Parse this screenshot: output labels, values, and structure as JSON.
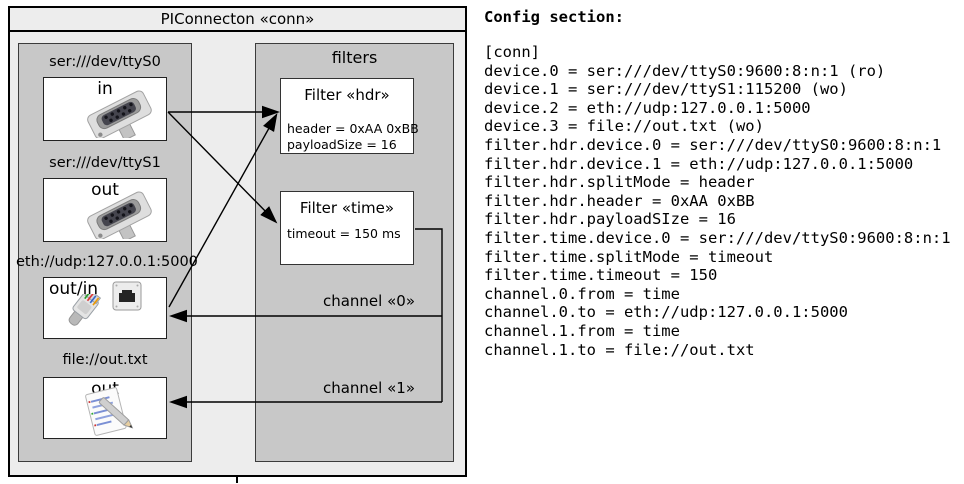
{
  "diagram": {
    "title": "PIConnecton «conn»",
    "filters_panel_label": "filters",
    "devices": [
      {
        "uri": "ser:///dev/ttyS0",
        "label": "in",
        "icon": "serial-connector-icon"
      },
      {
        "uri": "ser:///dev/ttyS1",
        "label": "out",
        "icon": "serial-connector-icon"
      },
      {
        "uri": "eth://udp:127.0.0.1:5000",
        "label": "out/in",
        "icon": "ethernet-plug-icon"
      },
      {
        "uri": "file://out.txt",
        "label": "out",
        "icon": "notepad-icon"
      }
    ],
    "filters": [
      {
        "title": "Filter «hdr»",
        "props": [
          "header = 0xAA 0xBB",
          "payloadSize = 16"
        ]
      },
      {
        "title": "Filter «time»",
        "props": [
          "timeout = 150 ms"
        ]
      }
    ],
    "channels": [
      {
        "label": "channel «0»"
      },
      {
        "label": "channel «1»"
      }
    ]
  },
  "config": {
    "heading": "Config section:",
    "lines": [
      "[conn]",
      "device.0 = ser:///dev/ttyS0:9600:8:n:1 (ro)",
      "device.1 = ser:///dev/ttyS1:115200 (wo)",
      "device.2 = eth://udp:127.0.0.1:5000",
      "device.3 = file://out.txt (wo)",
      "filter.hdr.device.0 = ser:///dev/ttyS0:9600:8:n:1",
      "filter.hdr.device.1 = eth://udp:127.0.0.1:5000",
      "filter.hdr.splitMode = header",
      "filter.hdr.header = 0xAA 0xBB",
      "filter.hdr.payloadSIze = 16",
      "filter.time.device.0 = ser:///dev/ttyS0:9600:8:n:1",
      "filter.time.splitMode = timeout",
      "filter.time.timeout = 150",
      "channel.0.from = time",
      "channel.0.to = eth://udp:127.0.0.1:5000",
      "channel.1.from = time",
      "channel.1.to = file://out.txt"
    ]
  },
  "colors": {
    "diagram_bg": "#ededed",
    "panel_bg": "#c8c8c8",
    "box_bg": "#ffffff",
    "line": "#000000"
  }
}
